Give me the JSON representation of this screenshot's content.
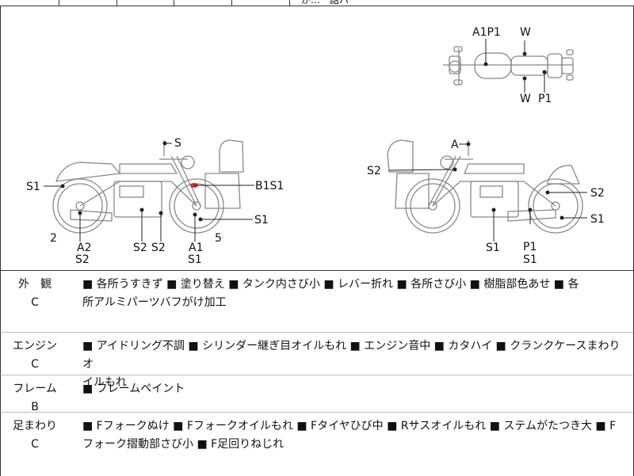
{
  "header": {
    "partial_text": "が…ー話ハ"
  },
  "diagram": {
    "top_view": {
      "label_a1p1": "A1P1",
      "label_w_top": "W",
      "label_w_bottom": "W",
      "label_p1": "P1"
    },
    "left_side": {
      "s_top": "S",
      "s1_rear": "S1",
      "b1s1": "B1S1",
      "s1_front": "S1",
      "num2": "2",
      "a2": "A2",
      "s2_under_a2": "S2",
      "s2_a": "S2",
      "s2_b": "S2",
      "a1": "A1",
      "num5": "5",
      "s1_under_a1": "S1"
    },
    "right_side": {
      "a_top": "A",
      "s2_left": "S2",
      "s2_right": "S2",
      "s1_right": "S1",
      "s1_bottom": "S1",
      "p1": "P1",
      "s1_under_p1": "S1"
    }
  },
  "sections": [
    {
      "category": "外　観",
      "grade": "C",
      "items_line1": "■ 各所うすきず ■ 塗り替え ■ タンク内さび小 ■ レバー折れ ■ 各所さび小 ■ 樹脂部色あせ ■ 各",
      "items_line2": "所アルミパーツバフがけ加工"
    },
    {
      "category": "エンジン",
      "grade": "C",
      "items_line1": "■ アイドリング不調 ■ シリンダー継ぎ目オイルもれ ■ エンジン音中 ■ カタハイ ■ クランクケースまわりオ",
      "items_line2": "イルもれ"
    },
    {
      "category": "フレーム",
      "grade": "B",
      "items_line1": "■ フレームペイント",
      "items_line2": ""
    },
    {
      "category": "足まわり",
      "grade": "C",
      "items_line1": "■ Fフォークぬけ ■ Fフォークオイルもれ ■ Fタイヤひび中 ■ Rサスオイルもれ ■ ステムがたつき大 ■ F",
      "items_line2": "フォーク摺動部さび小 ■ F足回りねじれ"
    }
  ]
}
